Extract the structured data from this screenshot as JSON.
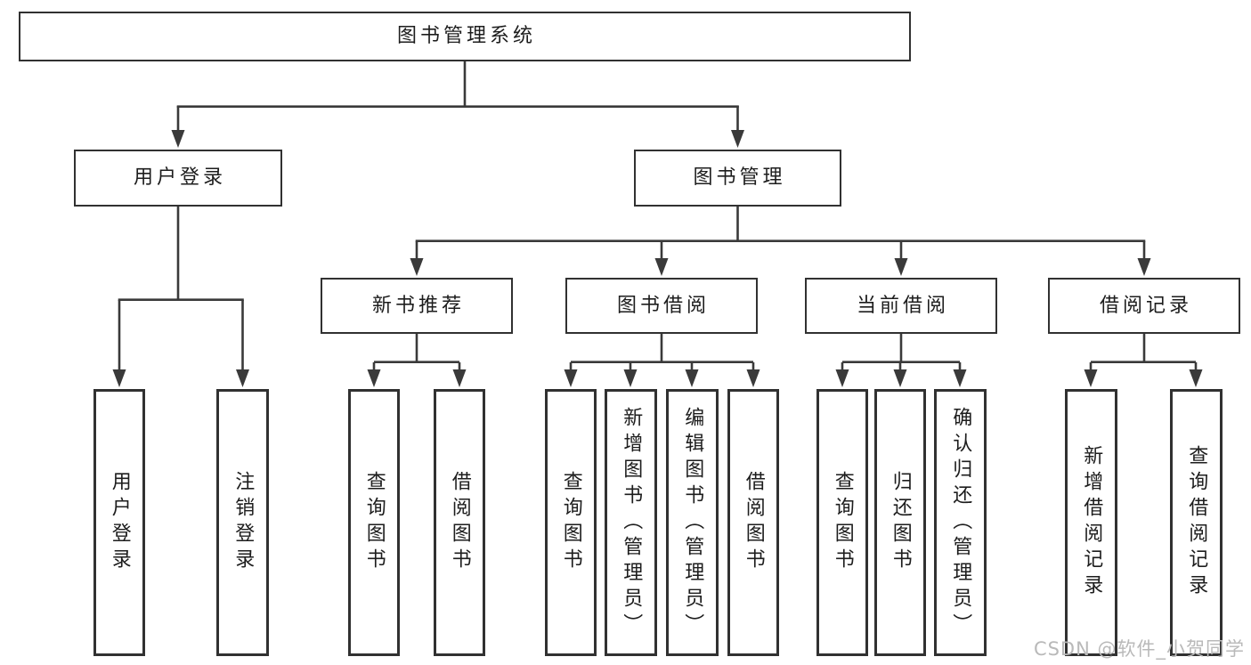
{
  "page": {
    "watermark": "CSDN @软件_小贺同学"
  },
  "tree": {
    "root": {
      "label": "图书管理系统"
    },
    "branches": [
      {
        "label": "用户登录",
        "children": [
          {
            "label": "用户登录"
          },
          {
            "label": "注销登录"
          }
        ]
      },
      {
        "label": "图书管理",
        "children": [
          {
            "label": "新书推荐",
            "children": [
              {
                "label": "查询图书"
              },
              {
                "label": "借阅图书"
              }
            ]
          },
          {
            "label": "图书借阅",
            "children": [
              {
                "label": "查询图书"
              },
              {
                "label": "新增图书（管理员）"
              },
              {
                "label": "编辑图书（管理员）"
              },
              {
                "label": "借阅图书"
              }
            ]
          },
          {
            "label": "当前借阅",
            "children": [
              {
                "label": "查询图书"
              },
              {
                "label": "归还图书"
              },
              {
                "label": "确认归还（管理员）"
              }
            ]
          },
          {
            "label": "借阅记录",
            "children": [
              {
                "label": "新增借阅记录"
              },
              {
                "label": "查询借阅记录"
              }
            ]
          }
        ]
      }
    ]
  }
}
